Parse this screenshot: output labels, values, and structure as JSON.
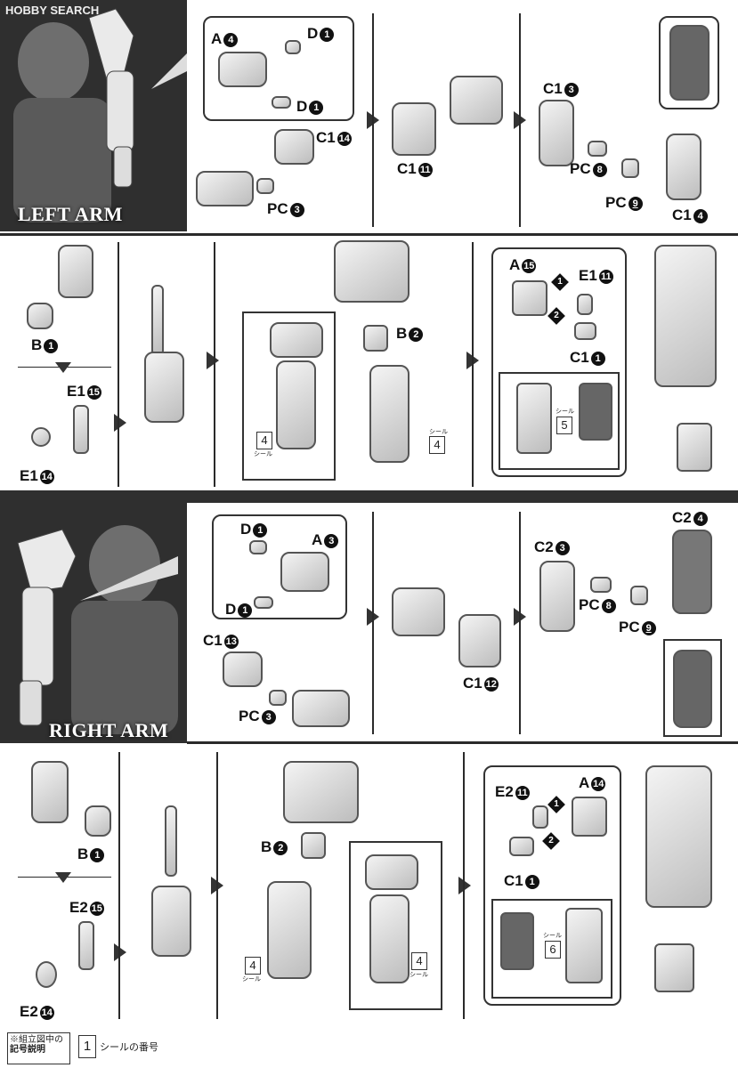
{
  "logo": {
    "text": "HOBBY SEARCH"
  },
  "left_arm": {
    "title": "LEFT ARM",
    "step1": {
      "a": "A",
      "a_n": "4",
      "d1": "D",
      "d1_n": "1",
      "d2": "D",
      "d2_n": "1",
      "c": "C1",
      "c_n": "14",
      "pc": "PC",
      "pc_n": "3"
    },
    "step2": {
      "c": "C1",
      "c_n": "11"
    },
    "step3": {
      "c1": "C1",
      "c1_n": "3",
      "pc1": "PC",
      "pc1_n": "8",
      "pc2": "PC",
      "pc2_n": "9",
      "c2": "C1",
      "c2_n": "4"
    },
    "step4": {
      "b": "B",
      "b_n": "1",
      "e1": "E1",
      "e1_n": "15",
      "e2": "E1",
      "e2_n": "14"
    },
    "step5": {
      "b": "B",
      "b_n": "2",
      "seal_a": "4",
      "seal_b": "4",
      "seal_label": "シール"
    },
    "step6": {
      "a": "A",
      "a_n": "15",
      "e": "E1",
      "e_n": "11",
      "c": "C1",
      "c_n": "1",
      "o1": "1",
      "o2": "2",
      "seal": "5",
      "seal_label": "シール"
    }
  },
  "right_arm": {
    "title": "RIGHT ARM",
    "step1": {
      "d1": "D",
      "d1_n": "1",
      "a": "A",
      "a_n": "3",
      "d2": "D",
      "d2_n": "1",
      "c": "C1",
      "c_n": "13",
      "pc": "PC",
      "pc_n": "3"
    },
    "step2": {
      "c": "C1",
      "c_n": "12"
    },
    "step3": {
      "c1": "C2",
      "c1_n": "3",
      "c2": "C2",
      "c2_n": "4",
      "pc1": "PC",
      "pc1_n": "8",
      "pc2": "PC",
      "pc2_n": "9"
    },
    "step4": {
      "b": "B",
      "b_n": "1",
      "e1": "E2",
      "e1_n": "15",
      "e2": "E2",
      "e2_n": "14"
    },
    "step5": {
      "b": "B",
      "b_n": "2",
      "seal_a": "4",
      "seal_b": "4",
      "seal_label": "シール"
    },
    "step6": {
      "e": "E2",
      "e_n": "11",
      "a": "A",
      "a_n": "14",
      "c": "C1",
      "c_n": "1",
      "o1": "1",
      "o2": "2",
      "seal": "6",
      "seal_label": "シール"
    }
  },
  "footer": {
    "legend_line1": "※組立図中の",
    "legend_line2": "記号説明",
    "seal_num": "1",
    "seal_desc": "シールの番号"
  }
}
